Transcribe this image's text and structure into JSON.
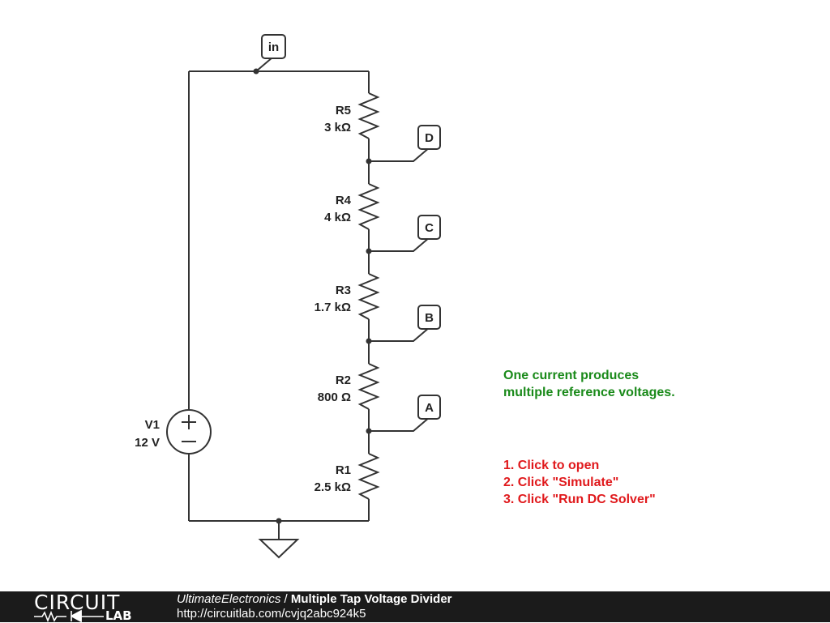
{
  "schematic": {
    "input_tag": "in",
    "source": {
      "name": "V1",
      "value": "12 V"
    },
    "resistors": [
      {
        "name": "R5",
        "value": "3 kΩ"
      },
      {
        "name": "R4",
        "value": "4 kΩ"
      },
      {
        "name": "R3",
        "value": "1.7 kΩ"
      },
      {
        "name": "R2",
        "value": "800 Ω"
      },
      {
        "name": "R1",
        "value": "2.5 kΩ"
      }
    ],
    "taps": [
      "D",
      "C",
      "B",
      "A"
    ]
  },
  "notes": {
    "description": [
      "One current produces",
      "multiple reference voltages."
    ],
    "steps": [
      "1. Click to open",
      "2. Click \"Simulate\"",
      "3. Click \"Run DC Solver\""
    ]
  },
  "footer": {
    "logo_top": "CIRCUIT",
    "logo_bottom": "LAB",
    "author": "UltimateElectronics",
    "separator": " / ",
    "title": "Multiple Tap Voltage Divider",
    "url": "http://circuitlab.com/cvjq2abc924k5"
  },
  "colors": {
    "wire": "#333333",
    "note_green": "#1a8a1a",
    "note_red": "#e0191c",
    "footer_bg": "#1b1b1b"
  }
}
